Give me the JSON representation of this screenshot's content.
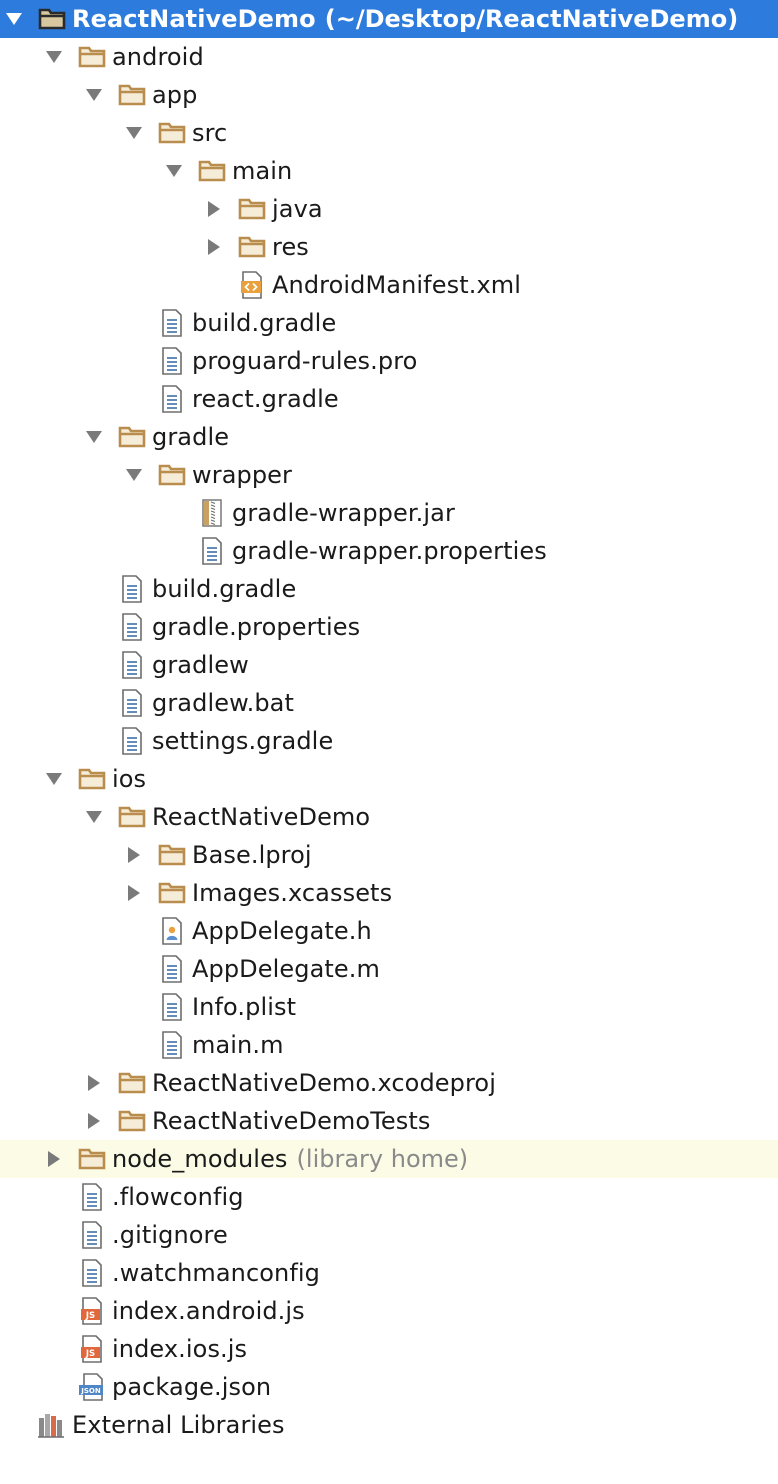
{
  "tree": [
    {
      "depth": 0,
      "toggle": "expanded",
      "icon": "folder-icon",
      "label": "ReactNativeDemo",
      "suffix": "(~/Desktop/ReactNativeDemo)",
      "state": "selected"
    },
    {
      "depth": 1,
      "toggle": "expanded",
      "icon": "folder-icon",
      "label": "android"
    },
    {
      "depth": 2,
      "toggle": "expanded",
      "icon": "folder-icon",
      "label": "app"
    },
    {
      "depth": 3,
      "toggle": "expanded",
      "icon": "folder-icon",
      "label": "src"
    },
    {
      "depth": 4,
      "toggle": "expanded",
      "icon": "folder-icon",
      "label": "main"
    },
    {
      "depth": 5,
      "toggle": "collapsed",
      "icon": "folder-icon",
      "label": "java"
    },
    {
      "depth": 5,
      "toggle": "collapsed",
      "icon": "folder-icon",
      "label": "res"
    },
    {
      "depth": 5,
      "toggle": "none",
      "icon": "xml-file-icon",
      "label": "AndroidManifest.xml"
    },
    {
      "depth": 3,
      "toggle": "none",
      "icon": "text-file-icon",
      "label": "build.gradle"
    },
    {
      "depth": 3,
      "toggle": "none",
      "icon": "text-file-icon",
      "label": "proguard-rules.pro"
    },
    {
      "depth": 3,
      "toggle": "none",
      "icon": "text-file-icon",
      "label": "react.gradle"
    },
    {
      "depth": 2,
      "toggle": "expanded",
      "icon": "folder-icon",
      "label": "gradle"
    },
    {
      "depth": 3,
      "toggle": "expanded",
      "icon": "folder-icon",
      "label": "wrapper"
    },
    {
      "depth": 4,
      "toggle": "none",
      "icon": "jar-file-icon",
      "label": "gradle-wrapper.jar"
    },
    {
      "depth": 4,
      "toggle": "none",
      "icon": "text-file-icon",
      "label": "gradle-wrapper.properties"
    },
    {
      "depth": 2,
      "toggle": "none",
      "icon": "text-file-icon",
      "label": "build.gradle"
    },
    {
      "depth": 2,
      "toggle": "none",
      "icon": "text-file-icon",
      "label": "gradle.properties"
    },
    {
      "depth": 2,
      "toggle": "none",
      "icon": "text-file-icon",
      "label": "gradlew"
    },
    {
      "depth": 2,
      "toggle": "none",
      "icon": "text-file-icon",
      "label": "gradlew.bat"
    },
    {
      "depth": 2,
      "toggle": "none",
      "icon": "text-file-icon",
      "label": "settings.gradle"
    },
    {
      "depth": 1,
      "toggle": "expanded",
      "icon": "folder-icon",
      "label": "ios"
    },
    {
      "depth": 2,
      "toggle": "expanded",
      "icon": "folder-icon",
      "label": "ReactNativeDemo"
    },
    {
      "depth": 3,
      "toggle": "collapsed",
      "icon": "folder-icon",
      "label": "Base.lproj"
    },
    {
      "depth": 3,
      "toggle": "collapsed",
      "icon": "folder-icon",
      "label": "Images.xcassets"
    },
    {
      "depth": 3,
      "toggle": "none",
      "icon": "header-file-icon",
      "label": "AppDelegate.h"
    },
    {
      "depth": 3,
      "toggle": "none",
      "icon": "text-file-icon",
      "label": "AppDelegate.m"
    },
    {
      "depth": 3,
      "toggle": "none",
      "icon": "text-file-icon",
      "label": "Info.plist"
    },
    {
      "depth": 3,
      "toggle": "none",
      "icon": "text-file-icon",
      "label": "main.m"
    },
    {
      "depth": 2,
      "toggle": "collapsed",
      "icon": "folder-icon",
      "label": "ReactNativeDemo.xcodeproj"
    },
    {
      "depth": 2,
      "toggle": "collapsed",
      "icon": "folder-icon",
      "label": "ReactNativeDemoTests"
    },
    {
      "depth": 1,
      "toggle": "collapsed",
      "icon": "folder-icon",
      "label": "node_modules",
      "suffix": "(library home)",
      "state": "highlighted"
    },
    {
      "depth": 1,
      "toggle": "none",
      "icon": "text-file-icon",
      "label": ".flowconfig"
    },
    {
      "depth": 1,
      "toggle": "none",
      "icon": "text-file-icon",
      "label": ".gitignore"
    },
    {
      "depth": 1,
      "toggle": "none",
      "icon": "text-file-icon",
      "label": ".watchmanconfig"
    },
    {
      "depth": 1,
      "toggle": "none",
      "icon": "js-file-icon",
      "label": "index.android.js"
    },
    {
      "depth": 1,
      "toggle": "none",
      "icon": "js-file-icon",
      "label": "index.ios.js"
    },
    {
      "depth": 1,
      "toggle": "none",
      "icon": "json-file-icon",
      "label": "package.json"
    },
    {
      "depth": 0,
      "toggle": "none",
      "icon": "library-icon",
      "label": "External Libraries"
    }
  ],
  "colors": {
    "selection": "#2e7bde",
    "highlight_row": "#fcfbe6",
    "folder": "#b98d4e",
    "folder_fill": "#f6edd9",
    "arrow": "#7a7a7a",
    "file_line": "#3c6fa8",
    "suffix_text": "#8a8a8a"
  },
  "icon_text": {
    "js": "JS",
    "json": "JSON"
  }
}
